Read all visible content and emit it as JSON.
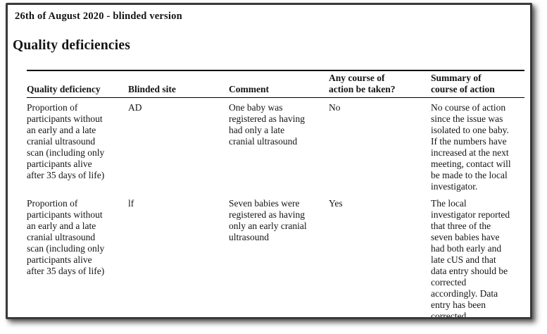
{
  "page": {
    "header": "26th of August 2020 - blinded version",
    "title": "Quality deficiencies"
  },
  "table": {
    "columns": [
      {
        "label": "Quality deficiency"
      },
      {
        "label": "Blinded site"
      },
      {
        "label": "Comment"
      },
      {
        "label": "Any course of\naction be taken?"
      },
      {
        "label": "Summary of\ncourse of action"
      }
    ],
    "rows": [
      {
        "quality_deficiency": "Proportion of\nparticipants without\nan early and a late\ncranial ultrasound\nscan (including only\nparticipants alive\nafter 35 days of life)",
        "blinded_site": "AD",
        "comment": "One baby was\nregistered as having\nhad only a late\ncranial ultrasound",
        "action_taken": "No",
        "summary": "No course of action\nsince the issue was\nisolated to one baby.\nIf the numbers have\nincreased at the next\nmeeting, contact will\nbe made to the local\ninvestigator."
      },
      {
        "quality_deficiency": "Proportion of\nparticipants without\nan early and a late\ncranial ultrasound\nscan (including only\nparticipants alive\nafter 35 days of life)",
        "blinded_site": "lf",
        "comment": "Seven babies were\nregistered as having\nonly an early cranial\nultrasound",
        "action_taken": "Yes",
        "summary": "The local\ninvestigator reported\nthat three of the\nseven babies have\nhad both early and\nlate cUS and that\ndata entry should be\ncorrected\naccordingly. Data\nentry has been\ncorrected."
      }
    ]
  },
  "colors": {
    "page_background": "#ffffff",
    "text": "#141414",
    "frame_border": "#3a3a3a",
    "table_rule": "#000000"
  }
}
